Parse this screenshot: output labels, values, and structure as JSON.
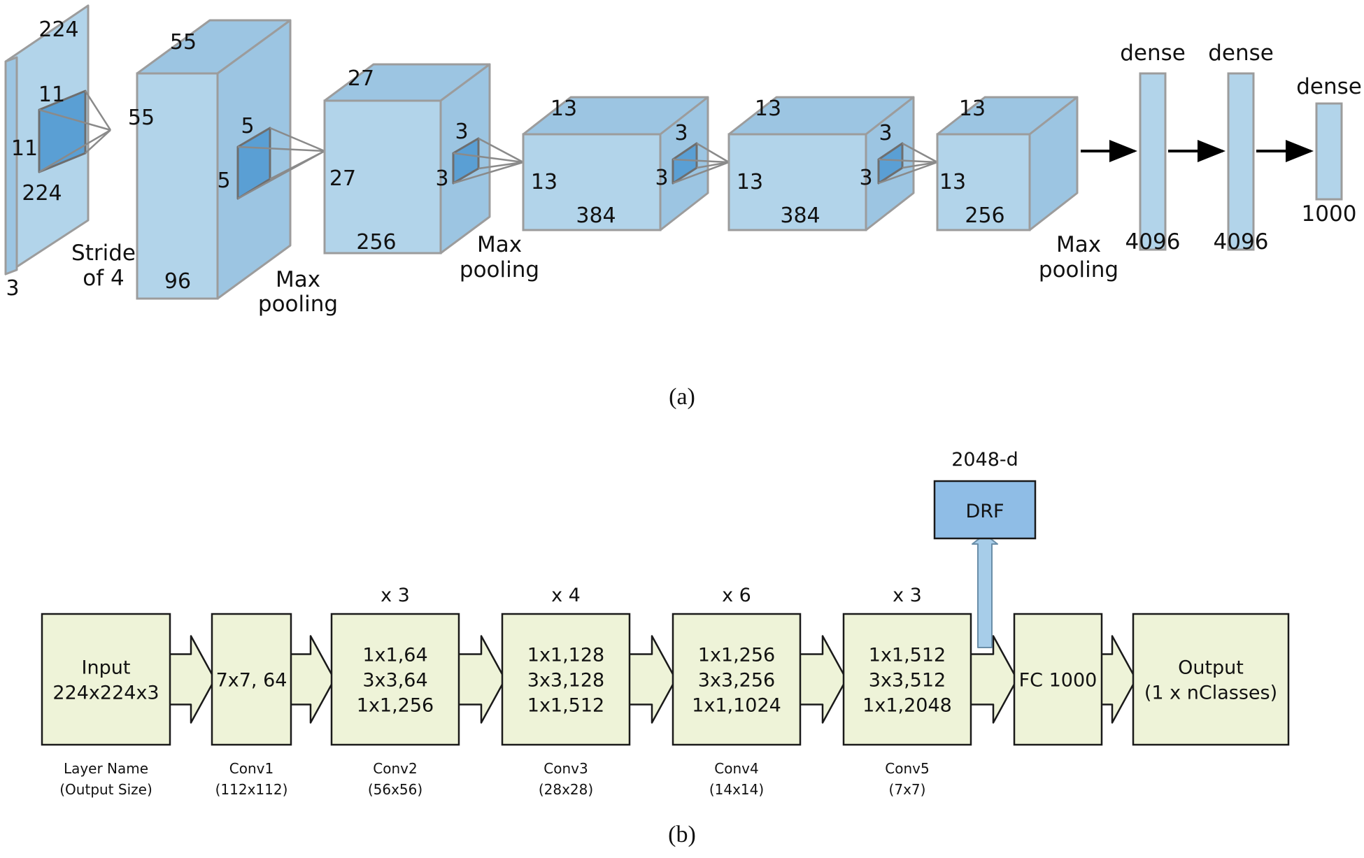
{
  "colors": {
    "block_face": "#b2d4ea",
    "block_side": "#9cc5e2",
    "block_edge": "#9c9c9c",
    "kernel_face": "#5a9fd4",
    "kernel_edge": "#6e6e6e",
    "arrow": "#000000",
    "res_block_fill": "#eef3d8",
    "res_block_edge": "#1a1a1a",
    "drf_fill": "#8fbde6",
    "up_arrow_fill": "#a7cde9"
  },
  "panel_a": {
    "caption": "(a)",
    "input": {
      "width": "224",
      "height": "224",
      "channels": "3",
      "stride_line1": "Stride",
      "stride_line2": "of 4",
      "kernel_w": "11",
      "kernel_h": "11"
    },
    "conv1": {
      "width": "55",
      "height": "55",
      "depth": "96",
      "kernel_w": "5",
      "kernel_h": "5",
      "pool_line1": "Max",
      "pool_line2": "pooling"
    },
    "conv2": {
      "width": "27",
      "height": "27",
      "depth": "256",
      "kernel_w": "3",
      "kernel_h": "3",
      "pool_line1": "Max",
      "pool_line2": "pooling"
    },
    "conv3": {
      "width": "13",
      "height": "13",
      "depth": "384",
      "kernel_w": "3",
      "kernel_h": "3"
    },
    "conv4": {
      "width": "13",
      "height": "13",
      "depth": "384",
      "kernel_w": "3",
      "kernel_h": "3"
    },
    "conv5": {
      "width": "13",
      "height": "13",
      "depth": "256",
      "pool_line1": "Max",
      "pool_line2": "pooling"
    },
    "dense": [
      {
        "label": "dense",
        "size": "4096"
      },
      {
        "label": "dense",
        "size": "4096"
      },
      {
        "label": "dense",
        "size": "1000"
      }
    ]
  },
  "panel_b": {
    "caption": "(b)",
    "drf": {
      "label": "DRF",
      "dim": "2048-d"
    },
    "blocks": [
      {
        "lines": [
          "Input",
          "224x224x3"
        ],
        "name": "Layer Name",
        "size": "(Output Size)",
        "repeat": ""
      },
      {
        "lines": [
          "7x7, 64"
        ],
        "name": "Conv1",
        "size": "(112x112)",
        "repeat": ""
      },
      {
        "lines": [
          "1x1,64",
          "3x3,64",
          "1x1,256"
        ],
        "name": "Conv2",
        "size": "(56x56)",
        "repeat": "x 3"
      },
      {
        "lines": [
          "1x1,128",
          "3x3,128",
          "1x1,512"
        ],
        "name": "Conv3",
        "size": "(28x28)",
        "repeat": "x 4"
      },
      {
        "lines": [
          "1x1,256",
          "3x3,256",
          "1x1,1024"
        ],
        "name": "Conv4",
        "size": "(14x14)",
        "repeat": "x 6"
      },
      {
        "lines": [
          "1x1,512",
          "3x3,512",
          "1x1,2048"
        ],
        "name": "Conv5",
        "size": "(7x7)",
        "repeat": "x 3"
      },
      {
        "lines": [
          "FC 1000"
        ],
        "name": "",
        "size": "",
        "repeat": ""
      },
      {
        "lines": [
          "Output",
          "(1 x nClasses)"
        ],
        "name": "",
        "size": "",
        "repeat": ""
      }
    ]
  }
}
